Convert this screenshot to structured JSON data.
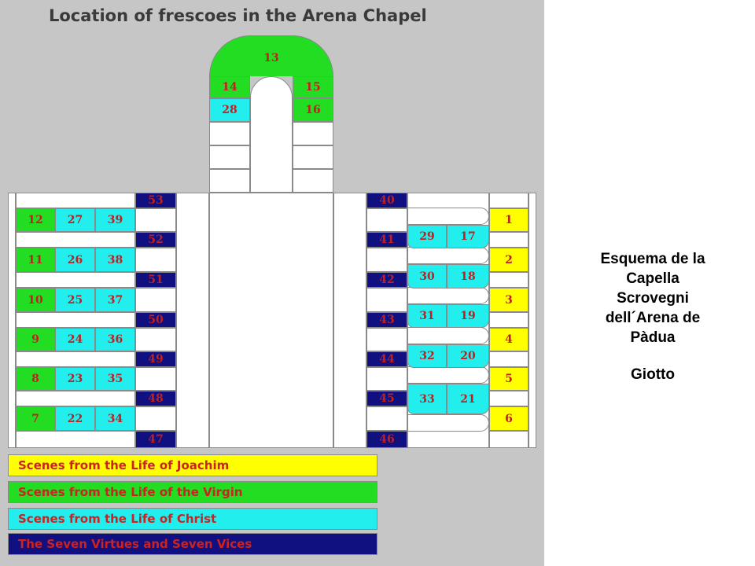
{
  "title": "Location of frescoes in the Arena Chapel",
  "colors": {
    "joachim": "#ffff00",
    "virgin": "#22dd22",
    "christ": "#22eeee",
    "virtues": "#101080",
    "label_text": "#c02020"
  },
  "apse": {
    "top": "13",
    "row1_left": "14",
    "row1_right": "15",
    "row2_left": "28",
    "row2_right": "16"
  },
  "left_wall_rows": [
    [
      "12",
      "27",
      "39"
    ],
    [
      "11",
      "26",
      "38"
    ],
    [
      "10",
      "25",
      "37"
    ],
    [
      "9",
      "24",
      "36"
    ],
    [
      "8",
      "23",
      "35"
    ],
    [
      "7",
      "22",
      "34"
    ]
  ],
  "left_virtues": [
    "53",
    "52",
    "51",
    "50",
    "49",
    "48",
    "47"
  ],
  "right_vices": [
    "40",
    "41",
    "42",
    "43",
    "44",
    "45",
    "46"
  ],
  "right_christ": [
    [
      "29",
      "17"
    ],
    [
      "30",
      "18"
    ],
    [
      "31",
      "19"
    ],
    [
      "32",
      "20"
    ],
    [
      "33",
      "21"
    ]
  ],
  "right_joachim": [
    "1",
    "2",
    "3",
    "4",
    "5",
    "6"
  ],
  "legend": [
    "Scenes from the Life of Joachim",
    "Scenes from the Life of the Virgin",
    "Scenes from the Life of Christ",
    "The Seven Virtues and Seven Vices"
  ],
  "caption": {
    "line1": "Esquema de la",
    "line2": "Capella",
    "line3": "Scrovegni",
    "line4": "dell´Arena de",
    "line5": "Pàdua",
    "author": "Giotto"
  }
}
